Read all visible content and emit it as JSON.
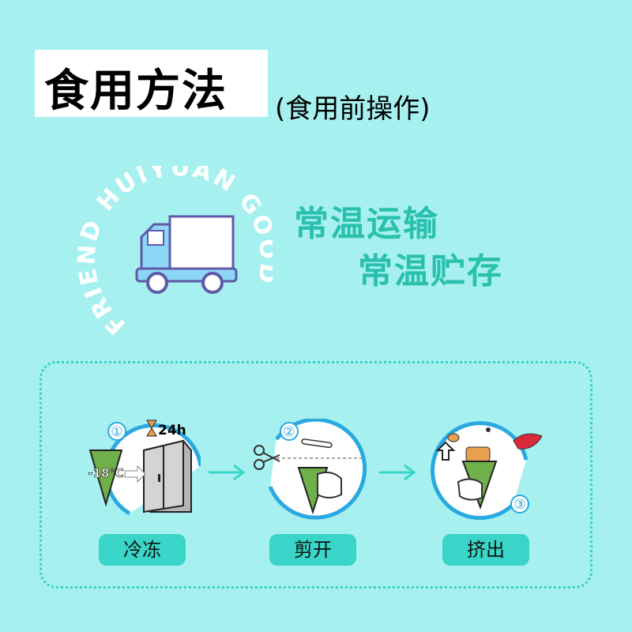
{
  "header": {
    "title": "食用方法",
    "subtitle": "(食用前操作)"
  },
  "badge": {
    "ring_text": "FRIEND HUIYUAN GOOD",
    "icon": "truck-icon"
  },
  "slogans": [
    "常温运输",
    "常温贮存"
  ],
  "steps": [
    {
      "number": "①",
      "label": "冷冻",
      "temp": "-18℃",
      "duration": "24h",
      "icons": [
        "ice-pop-icon",
        "freezer-icon",
        "hourglass-icon"
      ]
    },
    {
      "number": "②",
      "label": "剪开",
      "icons": [
        "scissors-icon",
        "ice-pop-icon"
      ]
    },
    {
      "number": "③",
      "label": "挤出",
      "icons": [
        "up-arrow-icon",
        "ice-pop-icon",
        "mouth-icon"
      ]
    }
  ],
  "colors": {
    "background": "#a6f1f0",
    "accent": "#38d5c8",
    "slogan": "#2bc0ae",
    "ring_text": "#ffffff",
    "truck_body": "#8ed6f6",
    "truck_outline": "#5f5aa8",
    "popsicle": "#6fb04a"
  }
}
